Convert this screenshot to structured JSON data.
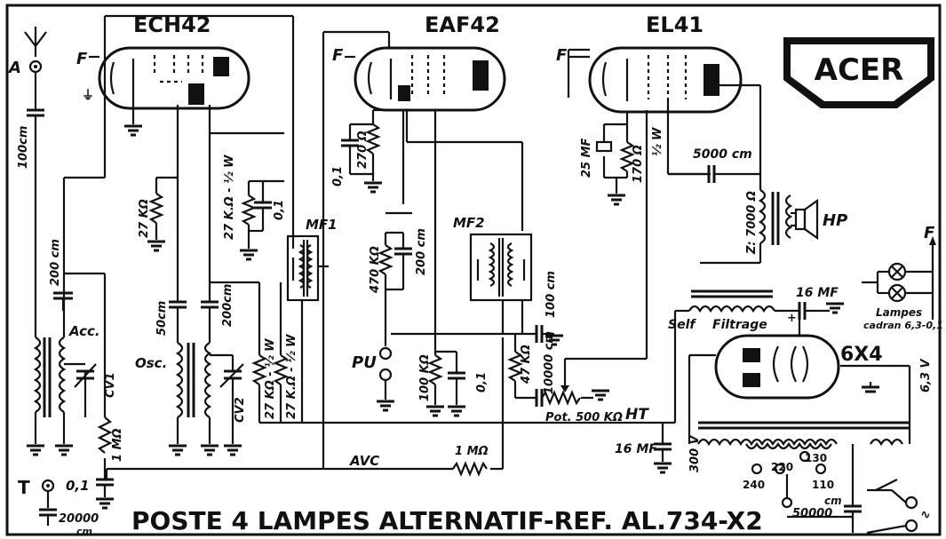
{
  "tubes": {
    "ech42": "ECH42",
    "eaf42": "EAF42",
    "el41": "EL41",
    "rect": "6X4"
  },
  "logo": "ACER",
  "labels": {
    "antenna": "A",
    "earth": "T",
    "f1": "F",
    "f2": "F",
    "f3": "F",
    "f4": "F",
    "acc": "Acc.",
    "osc": "Osc.",
    "cv1": "CV1",
    "cv2": "CV2",
    "mf1": "MF1",
    "mf2": "MF2",
    "pu": "PU",
    "hp": "HP",
    "avc": "AVC",
    "ht": "HT",
    "self": "Self",
    "filtrage": "Filtrage",
    "lampes": "Lampes",
    "cadran": "cadran 6,3-0,1"
  },
  "components": {
    "c_100cm": "100cm",
    "c_200cm_a": "200 cm",
    "r_1mo_a": "1 MΩ",
    "c_01_a": "0,1",
    "c_20000": "20000",
    "c_20000_unit": "cm",
    "r_27k_a": "27 KΩ",
    "c_50cm": "50cm",
    "c_200cm_b": "200cm",
    "r_27k_half_a": "27 K.Ω - ½ W",
    "c_01_b": "0,1",
    "r_27k_half_b": "27 KΩ - ½ W",
    "r_27k_half_c": "27 K.Ω - ½ W",
    "c_01_c": "0,1",
    "r_270": "270 Ω",
    "r_470k": "470 KΩ",
    "c_200cm_c": "200 cm",
    "r_100k": "100 KΩ",
    "c_01_d": "0,1",
    "r_47k": "47 KΩ",
    "c_10000": "10000 cm",
    "c_100cm_b": "100 cm",
    "pot": "Pot. 500 KΩ",
    "c_25mf": "25 MF",
    "r_170": "170 Ω",
    "half_w": "½ W",
    "c_5000": "5000 cm",
    "z": "Z: 7000 Ω",
    "c_16mf_a": "16 MF",
    "c_16mf_b": "16 MF",
    "r_1mo_b": "1 MΩ",
    "c_50000": "50000",
    "c_50000_unit": "cm",
    "v_300": "300 V",
    "v_63": "6,3 V",
    "tap_240": "240",
    "tap_220": "220",
    "tap_130": "130",
    "tap_110": "110"
  },
  "title": "POSTE 4 LAMPES  ALTERNATIF-REF. AL.734-X2"
}
